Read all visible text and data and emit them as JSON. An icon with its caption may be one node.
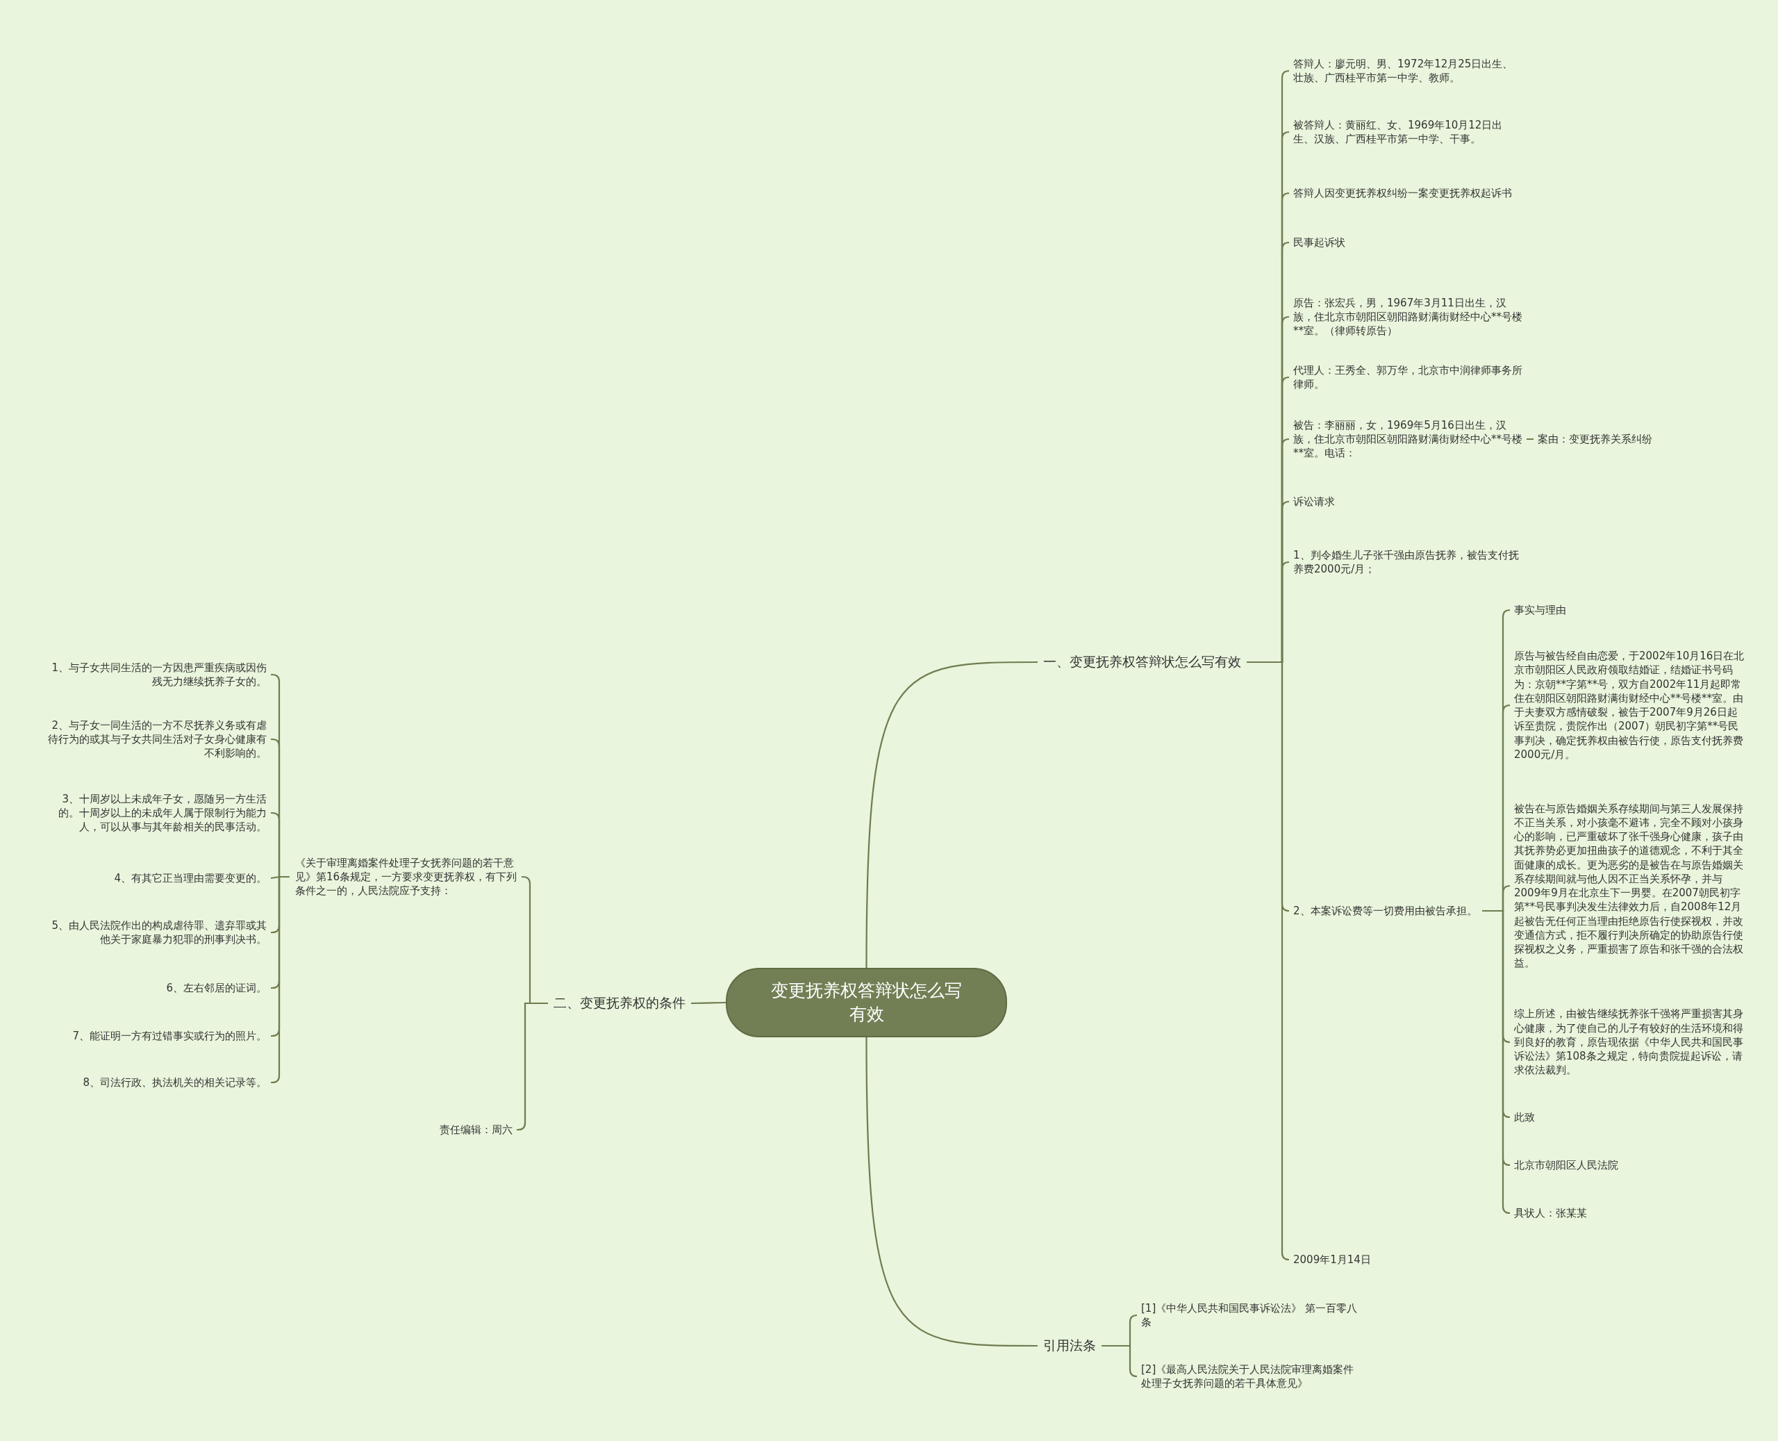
{
  "diagram": {
    "nodes": [
      {
        "text": [
          "变更抚养权答辩状怎么写有效"
        ]
      },
      {
        "text": [
          "一、变更抚养权答辩状怎么写有效"
        ]
      },
      {
        "text": [
          "答辩人：廖元明、男、1972年12月25日出生、壮族、广西桂平市第一中学、教师。"
        ]
      },
      {
        "text": [
          "被答辩人：黄丽红、女、1969年10月12日出生、汉族、广西桂平市第一中学、干事。"
        ]
      },
      {
        "text": [
          "答辩人因变更抚养权纠纷一案变更抚养权起诉书"
        ]
      },
      {
        "text": [
          "民事起诉状"
        ]
      },
      {
        "text": [
          "原告：张宏兵，男，1967年3月11日出生，汉族，住北京市朝阳区朝阳路财满街财经中心**号楼**室。（律师转原告）"
        ]
      },
      {
        "text": [
          "代理人：王秀全、郭万华，北京市中润律师事务所律师。"
        ]
      },
      {
        "text": [
          "被告：李丽丽，女，1969年5月16日出生，汉族，住北京市朝阳区朝阳路财满街财经中心**号楼**室。电话："
        ]
      },
      {
        "text": [
          "案由：变更抚养关系纠纷"
        ]
      },
      {
        "text": [
          "诉讼请求"
        ]
      },
      {
        "text": [
          "1、判令婚生儿子张千强由原告抚养，被告支付抚养费2000元/月；"
        ]
      },
      {
        "text": [
          "2、本案诉讼费等一切费用由被告承担。"
        ]
      },
      {
        "text": [
          "事实与理由"
        ]
      },
      {
        "text": [
          "原告与被告经自由恋爱，于2002年10月16日在北京市朝阳区人民政府领取结婚证，结婚证书号码为：京朝**字第**号，双方自2002年11月起即常住在朝阳区朝阳路财满街财经中心**号楼**室。由于夫妻双方感情破裂，被告于2007年9月26日起诉至贵院，贵院作出（2007）朝民初字第**号民事判决，确定抚养权由被告行使，原告支付抚养费2000元/月。"
        ]
      },
      {
        "text": [
          "被告在与原告婚姻关系存续期间与第三人发展保持不正当关系，对小孩毫不避讳，完全不顾对小孩身心的影响，已严重破坏了张千强身心健康，孩子由其抚养势必更加扭曲孩子的道德观念，不利于其全面健康的成长。更为恶劣的是被告在与原告婚姻关系存续期间就与他人因不正当关系怀孕，并与2009年9月在北京生下一男婴。在2007朝民初字第**号民事判决发生法律效力后，自2008年12月起被告无任何正当理由拒绝原告行使探视权，并改变通信方式，拒不履行判决所确定的协助原告行使探视权之义务，严重损害了原告和张千强的合法权益。"
        ]
      },
      {
        "text": [
          "综上所述，由被告继续抚养张千强将严重损害其身心健康，为了使自己的儿子有较好的生活环境和得到良好的教育，原告现依据《中华人民共和国民事诉讼法》第108条之规定，特向贵院提起诉讼，请求依法裁判。"
        ]
      },
      {
        "text": [
          "此致"
        ]
      },
      {
        "text": [
          "北京市朝阳区人民法院"
        ]
      },
      {
        "text": [
          "具状人：张某某"
        ]
      },
      {
        "text": [
          "2009年1月14日"
        ]
      },
      {
        "text": [
          "二、变更抚养权的条件"
        ]
      },
      {
        "text": [
          "《关于审理离婚案件处理子女抚养问题的若干意见》第16条规定，一方要求变更抚养权，有下列条件之一的，人民法院应予支持："
        ]
      },
      {
        "text": [
          "1、与子女共同生活的一方因患严重疾病或因伤残无力继续抚养子女的。"
        ]
      },
      {
        "text": [
          "2、与子女一同生活的一方不尽抚养义务或有虐待行为的或其与子女共同生活对子女身心健康有不利影响的。"
        ]
      },
      {
        "text": [
          "3、十周岁以上未成年子女，愿随另一方生活的。十周岁以上的未成年人属于限制行为能力人，可以从事与其年龄相关的民事活动。"
        ]
      },
      {
        "text": [
          "4、有其它正当理由需要变更的。"
        ]
      },
      {
        "text": [
          "5、由人民法院作出的构成虐待罪、遗弃罪或其他关于家庭暴力犯罪的刑事判决书。"
        ]
      },
      {
        "text": [
          "6、左右邻居的证词。"
        ]
      },
      {
        "text": [
          "7、能证明一方有过错事实或行为的照片。"
        ]
      },
      {
        "text": [
          "8、司法行政、执法机关的相关记录等。"
        ]
      },
      {
        "text": [
          "责任编辑：周六"
        ]
      },
      {
        "text": [
          "引用法条"
        ]
      },
      {
        "text": [
          "[1]《中华人民共和国民事诉讼法》 第一百零八条"
        ]
      },
      {
        "text": [
          "[2]《最高人民法院关于人民法院审理离婚案件处理子女抚养问题的若干具体意见》"
        ]
      }
    ],
    "edges": [
      {
        "from": 0,
        "to": 1,
        "arrow": "none"
      },
      {
        "from": 1,
        "to": 2,
        "arrow": "none"
      },
      {
        "from": 1,
        "to": 3,
        "arrow": "none"
      },
      {
        "from": 1,
        "to": 4,
        "arrow": "none"
      },
      {
        "from": 1,
        "to": 5,
        "arrow": "none"
      },
      {
        "from": 1,
        "to": 6,
        "arrow": "none"
      },
      {
        "from": 1,
        "to": 7,
        "arrow": "none"
      },
      {
        "from": 1,
        "to": 8,
        "arrow": "none"
      },
      {
        "from": 8,
        "to": 9,
        "arrow": "none"
      },
      {
        "from": 1,
        "to": 10,
        "arrow": "none"
      },
      {
        "from": 1,
        "to": 11,
        "arrow": "none"
      },
      {
        "from": 1,
        "to": 12,
        "arrow": "none"
      },
      {
        "from": 12,
        "to": 13,
        "arrow": "none"
      },
      {
        "from": 12,
        "to": 14,
        "arrow": "none"
      },
      {
        "from": 12,
        "to": 15,
        "arrow": "none"
      },
      {
        "from": 12,
        "to": 16,
        "arrow": "none"
      },
      {
        "from": 12,
        "to": 17,
        "arrow": "none"
      },
      {
        "from": 12,
        "to": 18,
        "arrow": "none"
      },
      {
        "from": 12,
        "to": 19,
        "arrow": "none"
      },
      {
        "from": 1,
        "to": 20,
        "arrow": "none"
      },
      {
        "from": 0,
        "to": 21,
        "arrow": "none"
      },
      {
        "from": 21,
        "to": 22,
        "arrow": "none"
      },
      {
        "from": 22,
        "to": 23,
        "arrow": "none"
      },
      {
        "from": 22,
        "to": 24,
        "arrow": "none"
      },
      {
        "from": 22,
        "to": 25,
        "arrow": "none"
      },
      {
        "from": 22,
        "to": 26,
        "arrow": "none"
      },
      {
        "from": 22,
        "to": 27,
        "arrow": "none"
      },
      {
        "from": 22,
        "to": 28,
        "arrow": "none"
      },
      {
        "from": 22,
        "to": 29,
        "arrow": "none"
      },
      {
        "from": 22,
        "to": 30,
        "arrow": "none"
      },
      {
        "from": 21,
        "to": 31,
        "arrow": "none"
      },
      {
        "from": 0,
        "to": 32,
        "arrow": "none"
      },
      {
        "from": 32,
        "to": 33,
        "arrow": "none"
      },
      {
        "from": 32,
        "to": 34,
        "arrow": "none"
      }
    ]
  }
}
